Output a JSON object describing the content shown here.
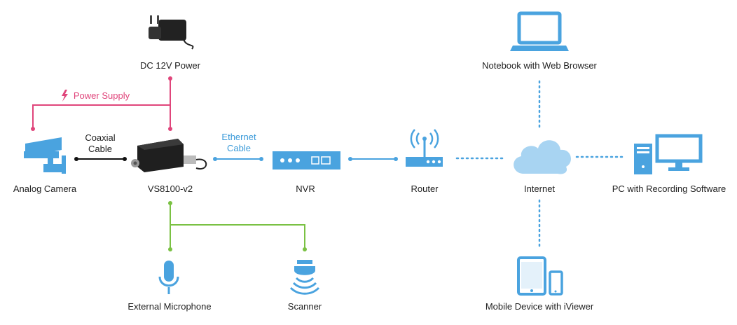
{
  "labels": {
    "dc_power": "DC 12V Power",
    "power_supply": "Power Supply",
    "coaxial_1": "Coaxial",
    "coaxial_2": "Cable",
    "ethernet_1": "Ethernet",
    "ethernet_2": "Cable",
    "analog_camera": "Analog Camera",
    "vs8100": "VS8100-v2",
    "nvr": "NVR",
    "router": "Router",
    "internet": "Internet",
    "pc": "PC with Recording Software",
    "notebook": "Notebook with Web Browser",
    "mobile": "Mobile Device with iViewer",
    "microphone": "External Microphone",
    "scanner": "Scanner"
  },
  "colors": {
    "network": "#4aa3df",
    "power": "#e0457b",
    "audio": "#7ac143",
    "coax": "#111111"
  }
}
